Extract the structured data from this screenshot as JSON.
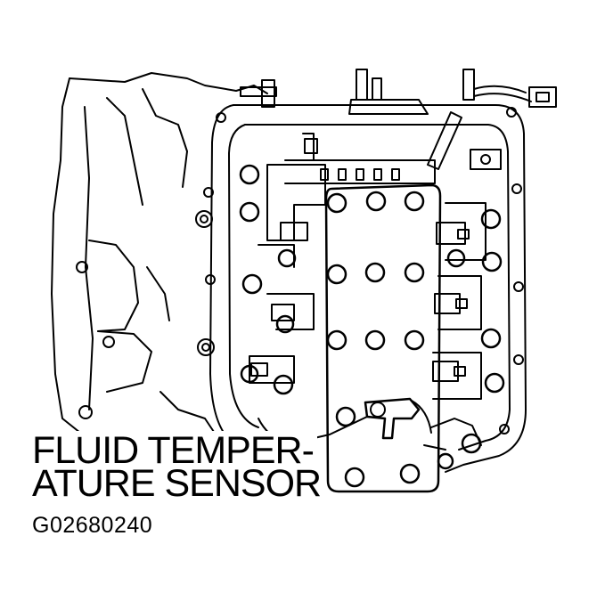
{
  "callout": {
    "line1": "FLUID TEMPER-",
    "line2": "ATURE SENSOR"
  },
  "figure_id": "G02680240",
  "colors": {
    "ink": "#000000",
    "paper": "#ffffff"
  }
}
